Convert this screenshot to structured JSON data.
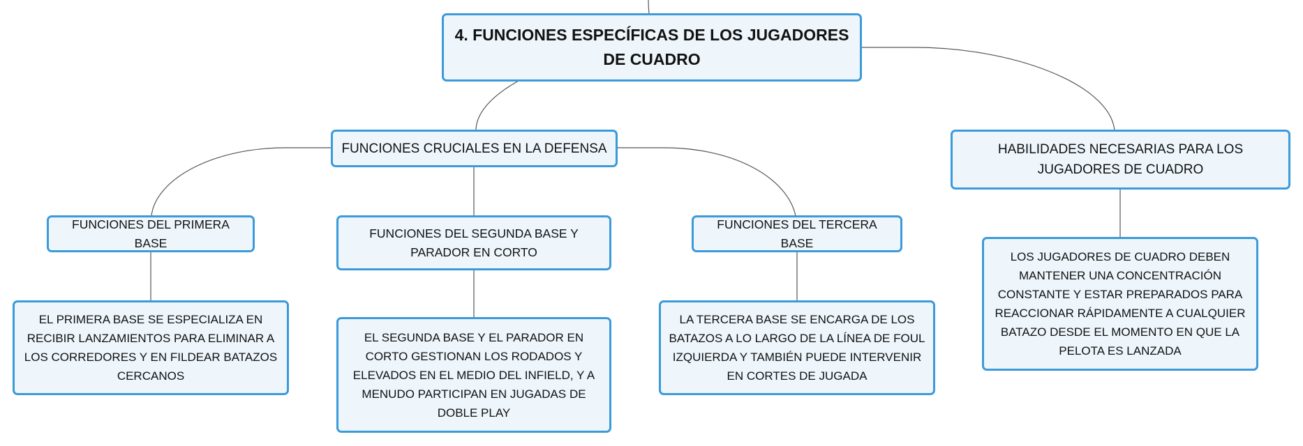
{
  "theme": {
    "node_fill": "#eef6fc",
    "node_border": "#3b9ad9",
    "connector": "#555555",
    "text": "#111111"
  },
  "mindmap": {
    "root": {
      "label": "4. FUNCIONES ESPECÍFICAS DE LOS JUGADORES DE CUADRO"
    },
    "defensa": {
      "label": "FUNCIONES CRUCIALES EN LA DEFENSA",
      "primera_base": {
        "label": "FUNCIONES DEL PRIMERA BASE",
        "detail": "EL PRIMERA BASE SE ESPECIALIZA EN RECIBIR LANZAMIENTOS PARA ELIMINAR A LOS CORREDORES Y EN FILDEAR BATAZOS CERCANOS"
      },
      "segunda_base": {
        "label": "FUNCIONES DEL SEGUNDA BASE Y PARADOR EN CORTO",
        "detail": "EL SEGUNDA BASE Y EL PARADOR EN CORTO GESTIONAN LOS RODADOS Y ELEVADOS EN EL MEDIO DEL INFIELD, Y A MENUDO PARTICIPAN EN JUGADAS DE DOBLE PLAY"
      },
      "tercera_base": {
        "label": "FUNCIONES DEL TERCERA BASE",
        "detail": "LA TERCERA BASE SE ENCARGA DE LOS BATAZOS A LO LARGO DE LA LÍNEA DE FOUL IZQUIERDA Y TAMBIÉN PUEDE INTERVENIR EN CORTES DE JUGADA"
      }
    },
    "habilidades": {
      "label": "HABILIDADES NECESARIAS PARA LOS JUGADORES DE CUADRO",
      "detail": "LOS JUGADORES DE CUADRO DEBEN MANTENER UNA CONCENTRACIÓN CONSTANTE Y ESTAR PREPARADOS PARA REACCIONAR RÁPIDAMENTE A CUALQUIER BATAZO DESDE EL MOMENTO EN QUE LA PELOTA ES LANZADA"
    }
  }
}
